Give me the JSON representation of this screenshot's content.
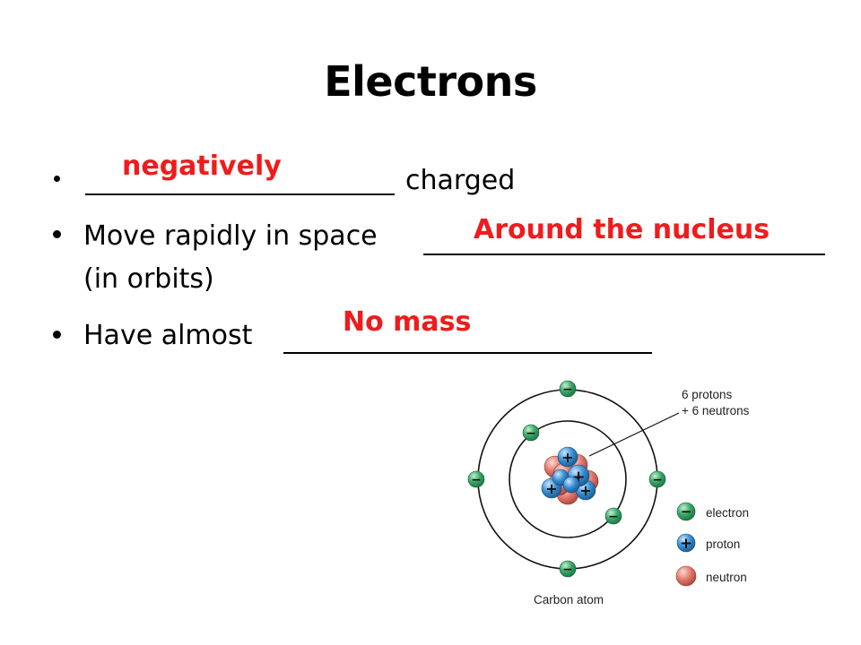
{
  "slide": {
    "title": "Electrons",
    "bullets": [
      {
        "text": "charged",
        "answer": "negatively"
      },
      {
        "text": "Move rapidly in space",
        "answer": "Around the nucleus",
        "continuation": "(in orbits)"
      },
      {
        "text": "Have almost",
        "answer": "No mass"
      }
    ],
    "answer_color": "#ee1c1c"
  },
  "atom_diagram": {
    "caption": "Carbon atom",
    "nucleus_label_line1": "6 protons",
    "nucleus_label_line2": "+ 6 neutrons",
    "legend": [
      {
        "label": "electron",
        "symbol": "−",
        "color": "#2e9a5a"
      },
      {
        "label": "proton",
        "symbol": "+",
        "color": "#2e7fc1"
      },
      {
        "label": "neutron",
        "symbol": "",
        "color": "#d9675a"
      }
    ],
    "electron_count": 6,
    "proton_count": 6,
    "neutron_count": 6
  }
}
